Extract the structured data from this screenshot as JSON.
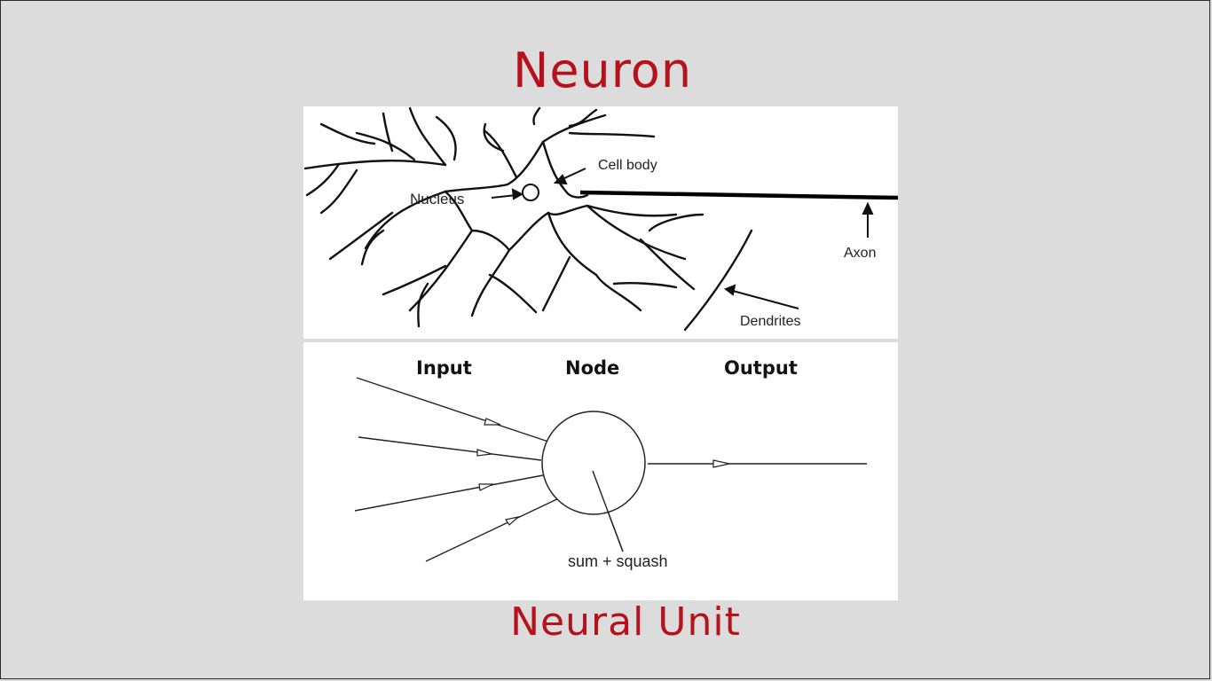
{
  "slide": {
    "title": "Neuron",
    "subtitle": "Neural Unit",
    "title_color": "#b5121b",
    "background": "#dcdcdd"
  },
  "neuron_diagram": {
    "labels": {
      "cell_body": "Cell body",
      "nucleus": "Nucleus",
      "axon": "Axon",
      "dendrites": "Dendrites"
    }
  },
  "unit_diagram": {
    "headers": {
      "input": "Input",
      "node": "Node",
      "output": "Output"
    },
    "node_label": "sum + squash"
  }
}
